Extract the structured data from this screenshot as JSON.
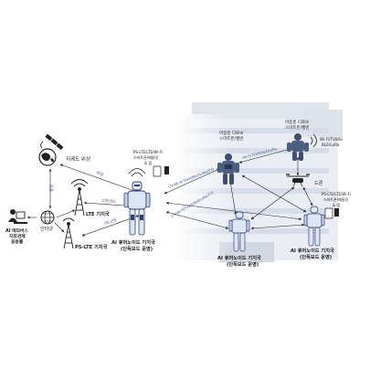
{
  "nodes": {
    "satellite_label": "저궤도 위성",
    "internet_label": "인터넷",
    "user_label_1": "AI 메타버스",
    "user_label_2": "지휘관제",
    "user_label_3": "응용툴",
    "lte_tower_label": "LTE 기지국",
    "pslte_tower_label": "PS-LTE 기지국",
    "main_robot_label_1": "AI 휴머노이드 기지국",
    "main_robot_label_2": "(단독모드 운영)",
    "main_robot_bubble_1": "PS-LTE/LTE/Wi-Fi",
    "main_robot_bubble_2": "스마트폰/패들릿",
    "main_robot_bubble_3": "& 앱",
    "top_robot_label_1": "마중흥 디로보",
    "top_robot_label_2": "스마트폰/헬번",
    "right_robot_top_label_1": "마중흥 디로보",
    "right_robot_top_label_2": "스마트폰/헬번",
    "wifi_bubble_1": "Wi-Fi/TVWS/",
    "wifi_bubble_2": "BLE/LoRa",
    "drone_label": "드론",
    "right_bubble_1": "PS-LTE/LTE/Wi-Fi",
    "right_bubble_2": "스마트폰/패들릿",
    "right_bubble_3": "& 앱",
    "right_robot_label_1": "AI 휴머노이드 기지국",
    "right_robot_label_2": "(단독모드 운영)",
    "center_robot_label_1": "AI 휴머노이드 기지국",
    "center_robot_label_2": "(단독모드 운영)"
  },
  "links": {
    "sat_to_robot": "위성",
    "sat_to_internet": "유선",
    "lte_link": "LTE/5G",
    "pslte_link": "PS-LTE",
    "mesh_top": "LTE/Wi-Fi/TVWS/BLE/LoRa/무선",
    "mesh_mid": "LTE/Wi-Fi/TVWS/BLE/LoRa/무선",
    "robot_to_top": "Wi-Fi/TVWS/BLE/LoRa",
    "to_drone": "Wi-Fi/TVWS/BLE/LoRa"
  },
  "colors": {
    "link": "#3a4f8a",
    "arrow": "#222222",
    "building": "#cfd6e2",
    "robot": "#dfe6f3",
    "robot_dark": "#2a3f7a"
  }
}
